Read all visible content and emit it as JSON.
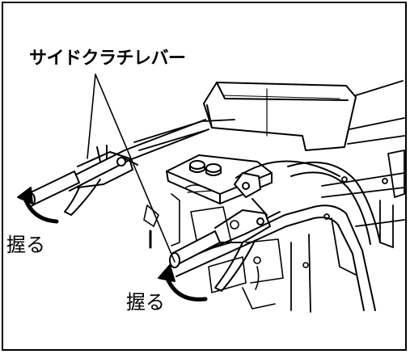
{
  "diagram": {
    "lever_label": "サイドクラチレバー",
    "grip_label_left": "握る",
    "grip_label_right": "握る",
    "colors": {
      "ink": "#000000",
      "background": "#ffffff"
    }
  }
}
